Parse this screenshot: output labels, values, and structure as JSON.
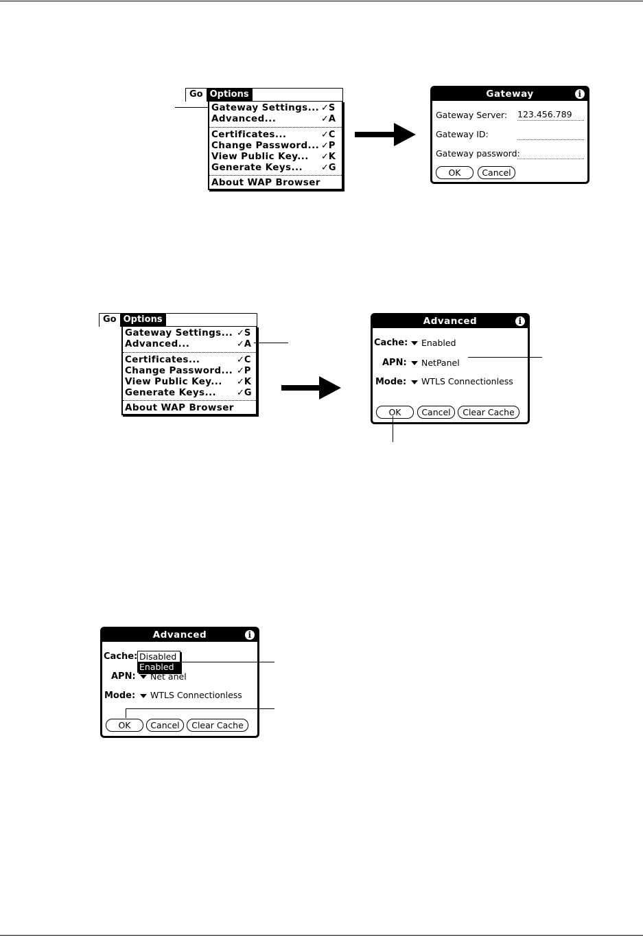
{
  "menu": {
    "bar": [
      "Go",
      "Options"
    ],
    "items_group1": [
      {
        "label": "Gateway Settings...",
        "shortcut": "✓S"
      },
      {
        "label": "Advanced...",
        "shortcut": "✓A"
      }
    ],
    "items_group2": [
      {
        "label": "Certificates...",
        "shortcut": "✓C"
      },
      {
        "label": "Change Password...",
        "shortcut": "✓P"
      },
      {
        "label": "View Public Key...",
        "shortcut": "✓K"
      },
      {
        "label": "Generate Keys...",
        "shortcut": "✓G"
      }
    ],
    "items_group3": [
      {
        "label": "About WAP Browser"
      }
    ]
  },
  "gateway": {
    "title": "Gateway",
    "server_label": "Gateway Server:",
    "server_value": "123.456.789",
    "id_label": "Gateway ID:",
    "id_value": "",
    "password_label": "Gateway password:",
    "password_value": "",
    "ok": "OK",
    "cancel": "Cancel"
  },
  "advanced": {
    "title": "Advanced",
    "cache_label": "Cache:",
    "cache_value": "Enabled",
    "apn_label": "APN:",
    "apn_value": "NetPanel",
    "apn_value_partial": "Net anel",
    "mode_label": "Mode:",
    "mode_value": "WTLS Connectionless",
    "ok": "OK",
    "cancel": "Cancel",
    "clear_cache": "Clear Cache",
    "cache_options": [
      "Disabled",
      "Enabled"
    ]
  },
  "colors": {
    "ink": "#000000",
    "paper": "#ffffff"
  }
}
